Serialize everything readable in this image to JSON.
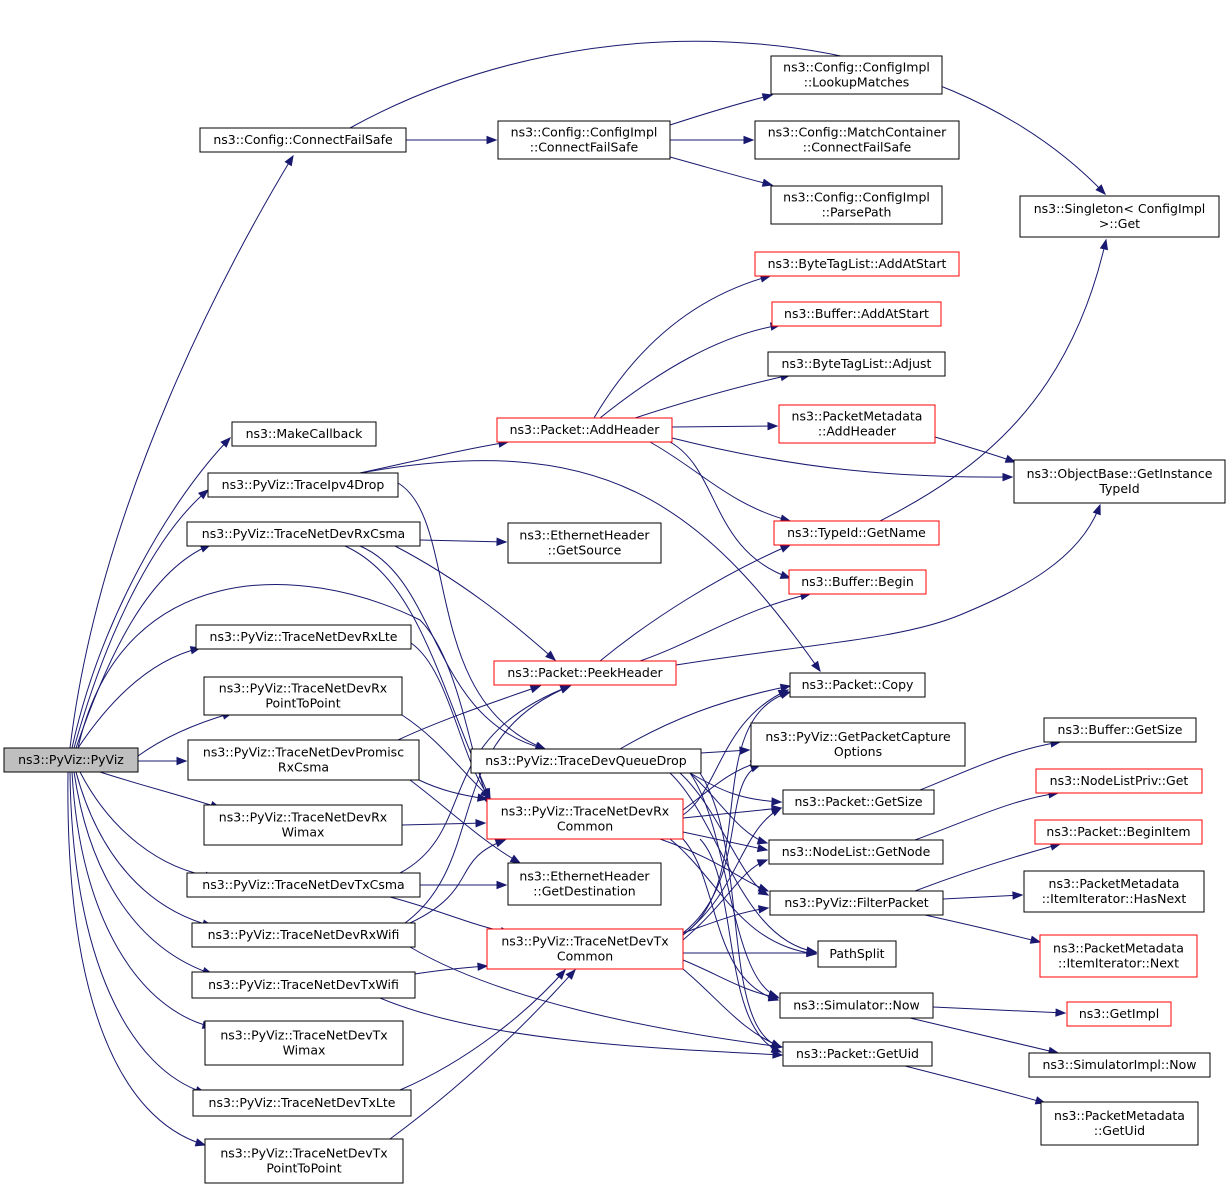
{
  "colors": {
    "edge": "#191970",
    "node_border_default": "#000000",
    "node_border_incomplete": "#ff0000",
    "root_fill": "#bfbfbf",
    "node_fill": "#ffffff"
  },
  "nodes": [
    {
      "id": "pyviz",
      "lines": [
        "ns3::PyViz::PyViz"
      ],
      "kind": "root"
    },
    {
      "id": "connectfailsafe",
      "lines": [
        "ns3::Config::ConnectFailSafe"
      ],
      "kind": "normal"
    },
    {
      "id": "configimpl_connectfailsafe",
      "lines": [
        "ns3::Config::ConfigImpl",
        "::ConnectFailSafe"
      ],
      "kind": "normal"
    },
    {
      "id": "lookupmatches",
      "lines": [
        "ns3::Config::ConfigImpl",
        "::LookupMatches"
      ],
      "kind": "normal"
    },
    {
      "id": "matchcontainer_connectfailsafe",
      "lines": [
        "ns3::Config::MatchContainer",
        "::ConnectFailSafe"
      ],
      "kind": "normal"
    },
    {
      "id": "parsepath",
      "lines": [
        "ns3::Config::ConfigImpl",
        "::ParsePath"
      ],
      "kind": "normal"
    },
    {
      "id": "singleton_get",
      "lines": [
        "ns3::Singleton< ConfigImpl",
        " >::Get"
      ],
      "kind": "normal"
    },
    {
      "id": "bytetaglist_addatstart",
      "lines": [
        "ns3::ByteTagList::AddAtStart"
      ],
      "kind": "incomplete"
    },
    {
      "id": "buffer_addatstart",
      "lines": [
        "ns3::Buffer::AddAtStart"
      ],
      "kind": "incomplete"
    },
    {
      "id": "bytetaglist_adjust",
      "lines": [
        "ns3::ByteTagList::Adjust"
      ],
      "kind": "normal"
    },
    {
      "id": "makecallback",
      "lines": [
        "ns3::MakeCallback"
      ],
      "kind": "normal"
    },
    {
      "id": "packet_addheader",
      "lines": [
        "ns3::Packet::AddHeader"
      ],
      "kind": "incomplete"
    },
    {
      "id": "packetmetadata_addheader",
      "lines": [
        "ns3::PacketMetadata",
        "::AddHeader"
      ],
      "kind": "incomplete"
    },
    {
      "id": "traceipv4drop",
      "lines": [
        "ns3::PyViz::TraceIpv4Drop"
      ],
      "kind": "normal"
    },
    {
      "id": "objectbase_getinstancetypeid",
      "lines": [
        "ns3::ObjectBase::GetInstance",
        "TypeId"
      ],
      "kind": "normal"
    },
    {
      "id": "tracenetdevrxcsma",
      "lines": [
        "ns3::PyViz::TraceNetDevRxCsma"
      ],
      "kind": "normal"
    },
    {
      "id": "ethernetheader_getsource",
      "lines": [
        "ns3::EthernetHeader",
        "::GetSource"
      ],
      "kind": "normal"
    },
    {
      "id": "typeid_getname",
      "lines": [
        "ns3::TypeId::GetName"
      ],
      "kind": "incomplete"
    },
    {
      "id": "buffer_begin",
      "lines": [
        "ns3::Buffer::Begin"
      ],
      "kind": "incomplete"
    },
    {
      "id": "tracenetdevrxlte",
      "lines": [
        "ns3::PyViz::TraceNetDevRxLte"
      ],
      "kind": "normal"
    },
    {
      "id": "packet_peekheader",
      "lines": [
        "ns3::Packet::PeekHeader"
      ],
      "kind": "incomplete"
    },
    {
      "id": "tracenetdevrxp2p",
      "lines": [
        "ns3::PyViz::TraceNetDevRx",
        "PointToPoint"
      ],
      "kind": "normal"
    },
    {
      "id": "packet_copy",
      "lines": [
        "ns3::Packet::Copy"
      ],
      "kind": "normal"
    },
    {
      "id": "getpacketcaptureoptions",
      "lines": [
        "ns3::PyViz::GetPacketCapture",
        "Options"
      ],
      "kind": "normal"
    },
    {
      "id": "tracedevqueuedrop",
      "lines": [
        "ns3::PyViz::TraceDevQueueDrop"
      ],
      "kind": "normal"
    },
    {
      "id": "tracenetdevpromiscrxcsma",
      "lines": [
        "ns3::PyViz::TraceNetDevPromisc",
        "RxCsma"
      ],
      "kind": "normal"
    },
    {
      "id": "buffer_getsize",
      "lines": [
        "ns3::Buffer::GetSize"
      ],
      "kind": "normal"
    },
    {
      "id": "nodelistpriv_get",
      "lines": [
        "ns3::NodeListPriv::Get"
      ],
      "kind": "incomplete"
    },
    {
      "id": "packet_getsize",
      "lines": [
        "ns3::Packet::GetSize"
      ],
      "kind": "normal"
    },
    {
      "id": "tracenetdevrxwimax",
      "lines": [
        "ns3::PyViz::TraceNetDevRx",
        "Wimax"
      ],
      "kind": "normal"
    },
    {
      "id": "tracenetdevrxcommon",
      "lines": [
        "ns3::PyViz::TraceNetDevRx",
        "Common"
      ],
      "kind": "incomplete"
    },
    {
      "id": "packet_beginitem",
      "lines": [
        "ns3::Packet::BeginItem"
      ],
      "kind": "incomplete"
    },
    {
      "id": "nodelist_getnode",
      "lines": [
        "ns3::NodeList::GetNode"
      ],
      "kind": "normal"
    },
    {
      "id": "tracenetdevtxcsma",
      "lines": [
        "ns3::PyViz::TraceNetDevTxCsma"
      ],
      "kind": "normal"
    },
    {
      "id": "ethernetheader_getdestination",
      "lines": [
        "ns3::EthernetHeader",
        "::GetDestination"
      ],
      "kind": "normal"
    },
    {
      "id": "packetmetadata_hasnext",
      "lines": [
        "ns3::PacketMetadata",
        "::ItemIterator::HasNext"
      ],
      "kind": "normal"
    },
    {
      "id": "filterpacket",
      "lines": [
        "ns3::PyViz::FilterPacket"
      ],
      "kind": "normal"
    },
    {
      "id": "tracenetdevrxwifi",
      "lines": [
        "ns3::PyViz::TraceNetDevRxWifi"
      ],
      "kind": "normal"
    },
    {
      "id": "tracenetdevtxcommon",
      "lines": [
        "ns3::PyViz::TraceNetDevTx",
        "Common"
      ],
      "kind": "incomplete"
    },
    {
      "id": "packetmetadata_next",
      "lines": [
        "ns3::PacketMetadata",
        "::ItemIterator::Next"
      ],
      "kind": "incomplete"
    },
    {
      "id": "pathsplit",
      "lines": [
        "PathSplit"
      ],
      "kind": "normal"
    },
    {
      "id": "tracenetdevtxwifi",
      "lines": [
        "ns3::PyViz::TraceNetDevTxWifi"
      ],
      "kind": "normal"
    },
    {
      "id": "simulator_now",
      "lines": [
        "ns3::Simulator::Now"
      ],
      "kind": "normal"
    },
    {
      "id": "getimpl",
      "lines": [
        "ns3::GetImpl"
      ],
      "kind": "incomplete"
    },
    {
      "id": "tracenetdevtxwimax",
      "lines": [
        "ns3::PyViz::TraceNetDevTx",
        "Wimax"
      ],
      "kind": "normal"
    },
    {
      "id": "packet_getuid",
      "lines": [
        "ns3::Packet::GetUid"
      ],
      "kind": "normal"
    },
    {
      "id": "simulatorimpl_now",
      "lines": [
        "ns3::SimulatorImpl::Now"
      ],
      "kind": "normal"
    },
    {
      "id": "tracenetdevtxlte",
      "lines": [
        "ns3::PyViz::TraceNetDevTxLte"
      ],
      "kind": "normal"
    },
    {
      "id": "packetmetadata_getuid",
      "lines": [
        "ns3::PacketMetadata",
        "::GetUid"
      ],
      "kind": "normal"
    },
    {
      "id": "tracenetdevtxp2p",
      "lines": [
        "ns3::PyViz::TraceNetDevTx",
        "PointToPoint"
      ],
      "kind": "normal"
    }
  ]
}
